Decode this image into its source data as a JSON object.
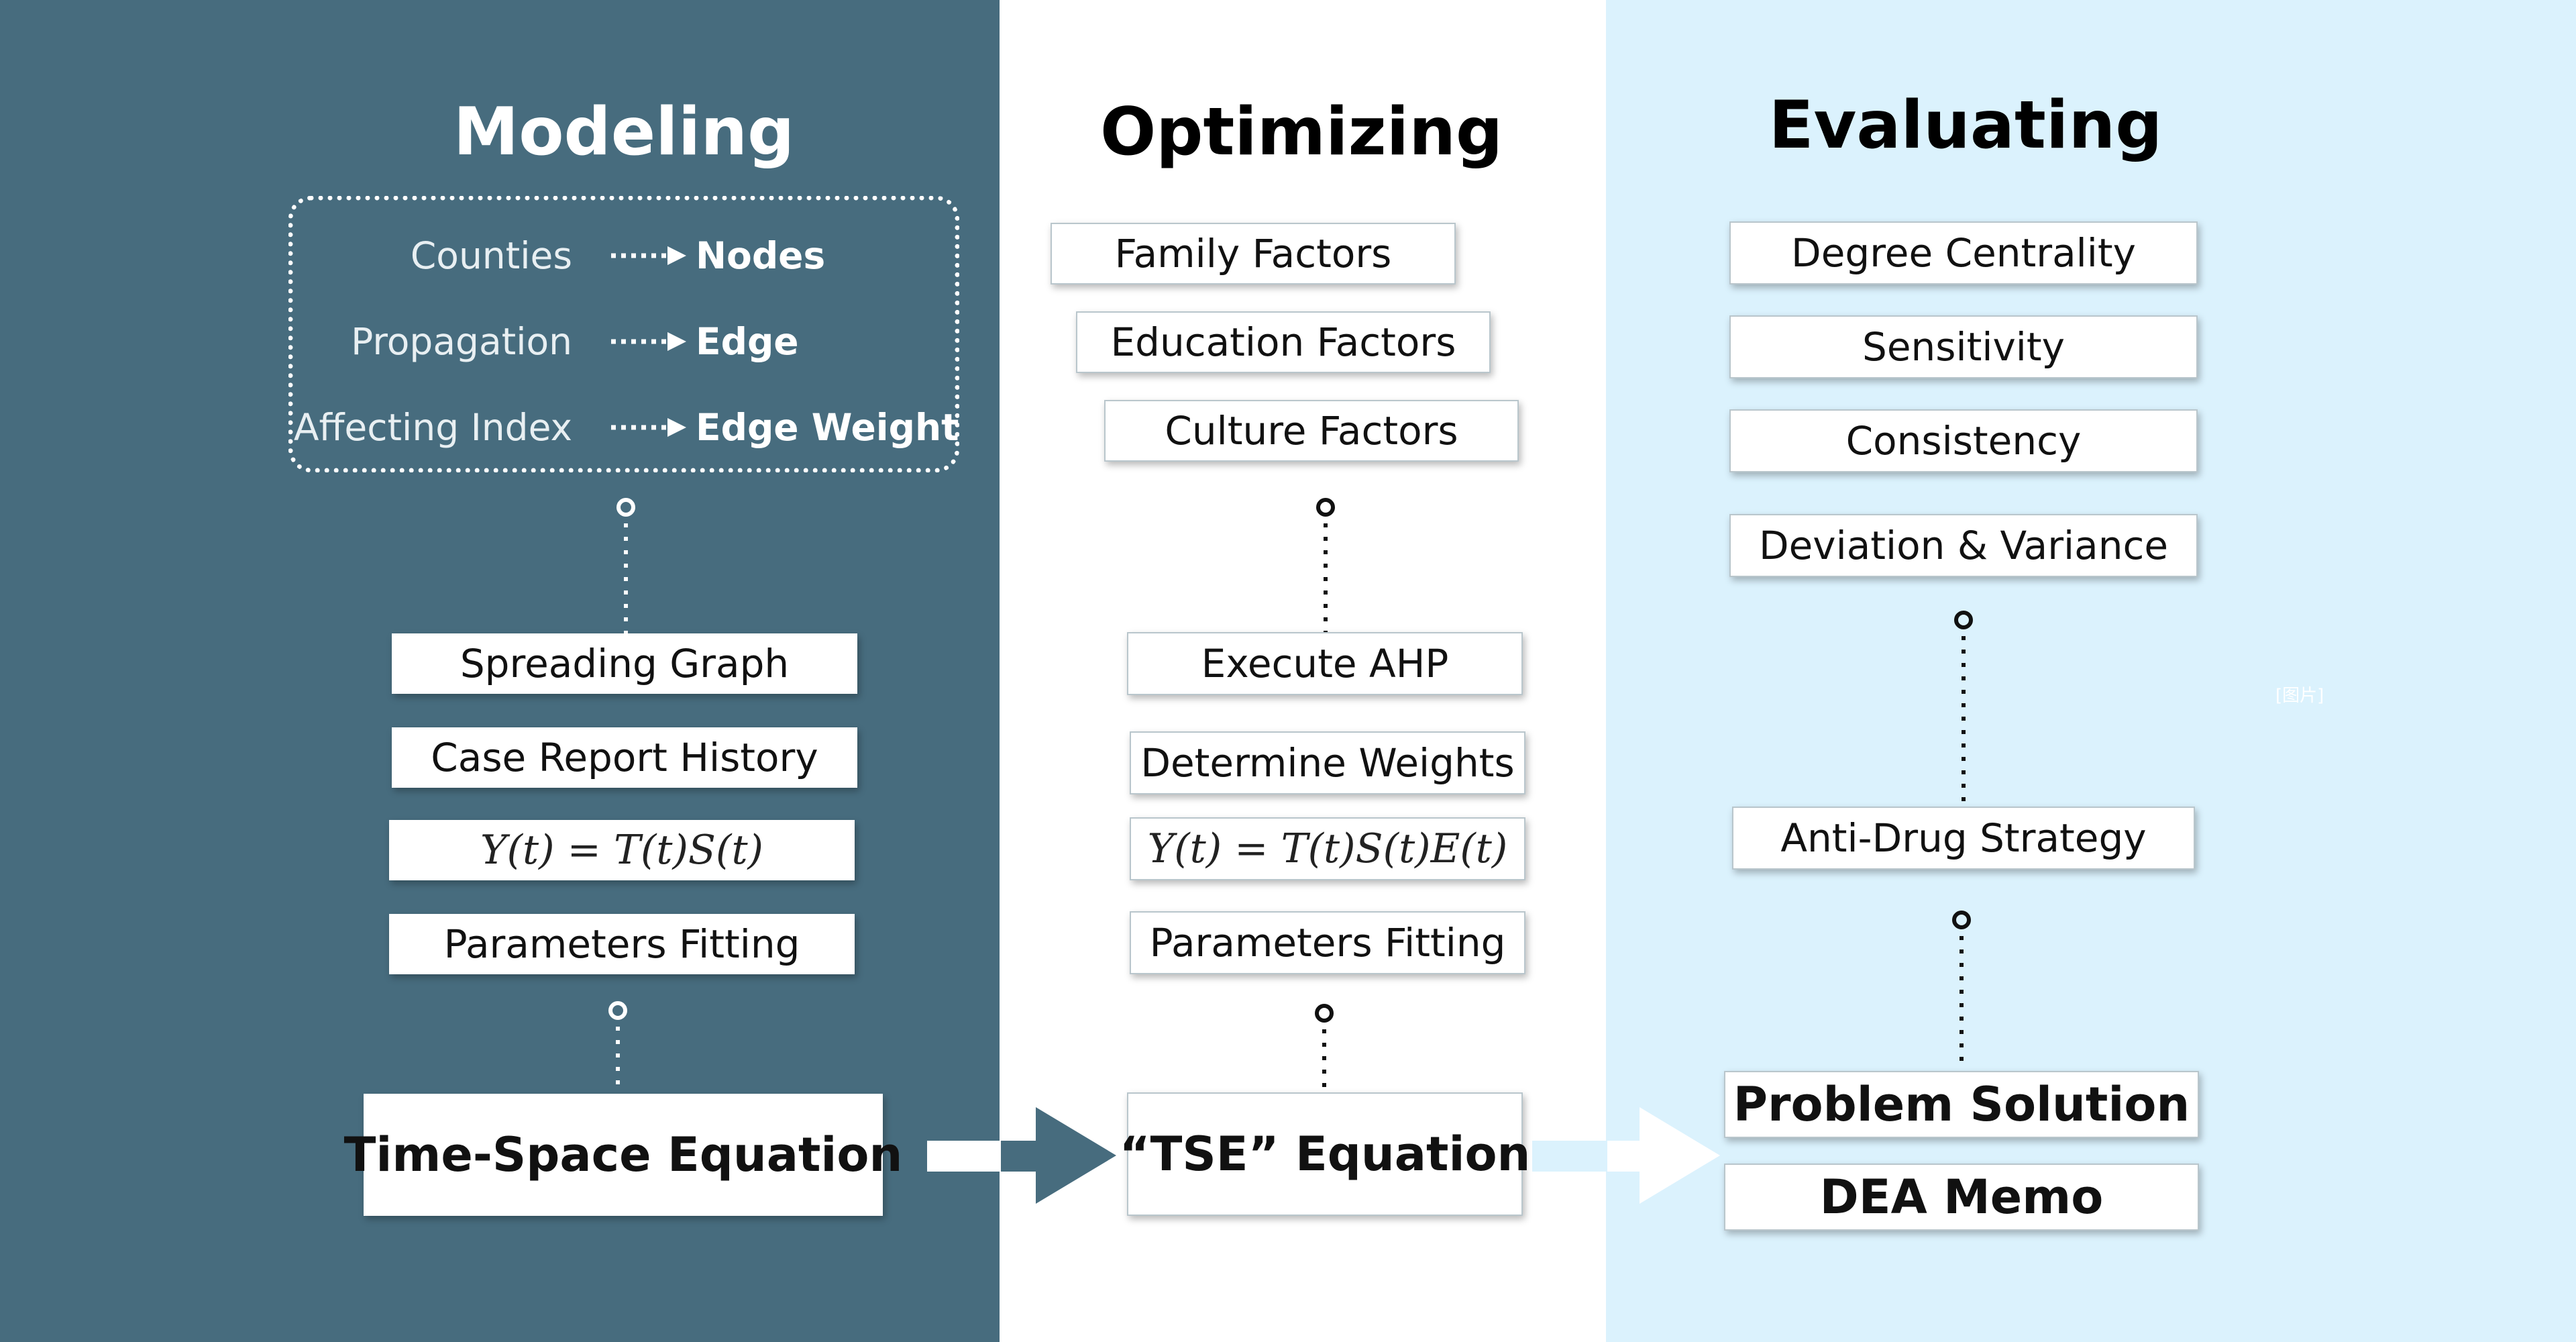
{
  "columns": {
    "modeling": {
      "title": "Modeling",
      "mappings": [
        {
          "from": "Counties",
          "to": "Nodes"
        },
        {
          "from": "Propagation",
          "to": "Edge"
        },
        {
          "from": "Affecting Index",
          "to": "Edge Weight"
        }
      ],
      "steps": [
        "Spreading Graph",
        "Case Report History",
        "Y(t) = T(t)S(t)",
        "Parameters Fitting"
      ],
      "result": "Time-Space Equation"
    },
    "optimizing": {
      "title": "Optimizing",
      "factors": [
        "Family Factors",
        "Education Factors",
        "Culture Factors"
      ],
      "steps": [
        "Execute AHP",
        "Determine Weights",
        "Y(t) = T(t)S(t)E(t)",
        "Parameters Fitting"
      ],
      "result": "“TSE” Equation"
    },
    "evaluating": {
      "title": "Evaluating",
      "metrics": [
        "Degree Centrality",
        "Sensitivity",
        "Consistency",
        "Deviation & Variance"
      ],
      "strategy": "Anti-Drug Strategy",
      "outputs": [
        "Problem Solution",
        "DEA Memo"
      ],
      "note": "[图片]"
    }
  },
  "colors": {
    "modeling_bg": "#476c7e",
    "optimizing_bg": "#ffffff",
    "evaluating_bg": "#dbf2fd",
    "arrow_dark": "#476c7e",
    "arrow_light": "#dbf2fd"
  }
}
